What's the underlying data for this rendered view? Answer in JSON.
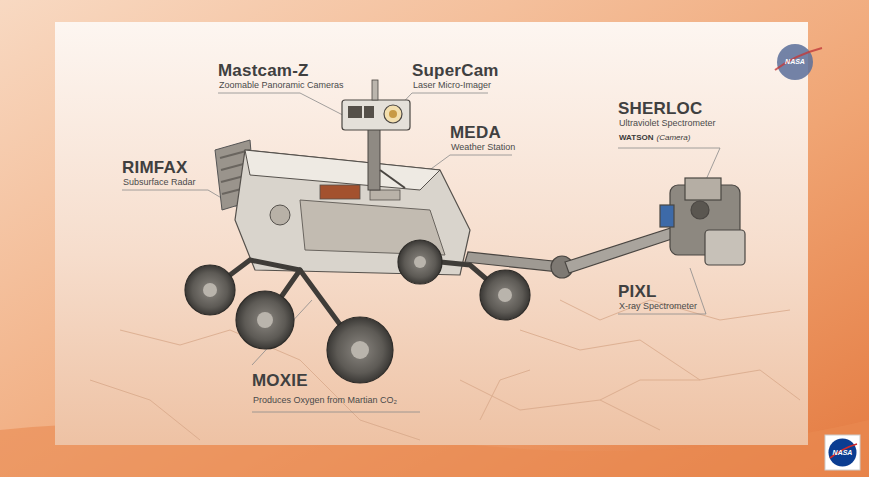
{
  "diagram": {
    "labels": [
      "Mastcam-Z",
      "Zoomable Panoramic Cameras",
      "SuperCam",
      "Laser Micro-Imager",
      "MEDA",
      "Weather Station",
      "RIMFAX",
      "Subsurface Radar",
      "SHERLOC",
      "Ultraviolet Spectrometer",
      "WATSON",
      "(Camera)",
      "PIXL",
      "X-ray Spectrometer",
      "MOXIE",
      "Produces Oxygen from Martian CO₂",
      "NASA",
      "NASA"
    ]
  }
}
